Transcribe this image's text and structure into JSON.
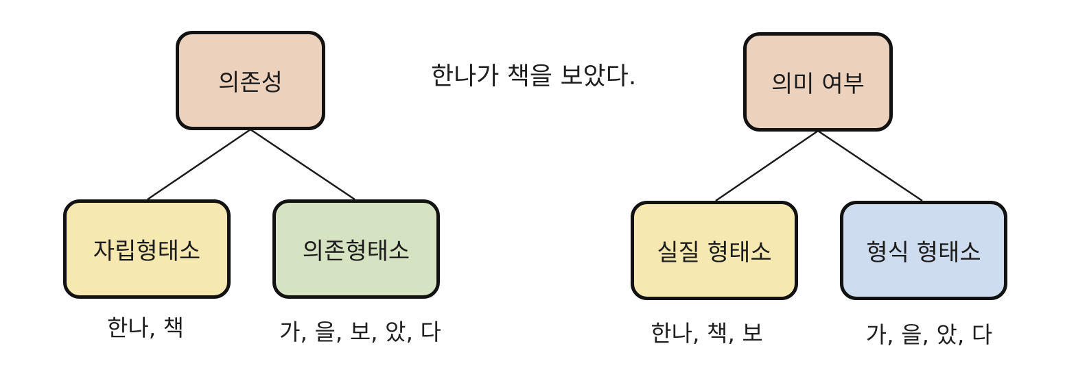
{
  "sentence": "한나가 책을 보았다.",
  "colors": {
    "root": "#ecd1bc",
    "free": "#f6e8b1",
    "bound": "#d5e3c2",
    "lexical": "#f6e8b1",
    "grammatical": "#cddcef",
    "border": "#121212"
  },
  "trees": [
    {
      "root": "의존성",
      "children": [
        {
          "label": "자립형태소",
          "examples": "한나, 책"
        },
        {
          "label": "의존형태소",
          "examples": "가, 을, 보, 았, 다"
        }
      ]
    },
    {
      "root": "의미 여부",
      "children": [
        {
          "label": "실질 형태소",
          "examples": "한나, 책, 보"
        },
        {
          "label": "형식 형태소",
          "examples": "가, 을, 았, 다"
        }
      ]
    }
  ]
}
